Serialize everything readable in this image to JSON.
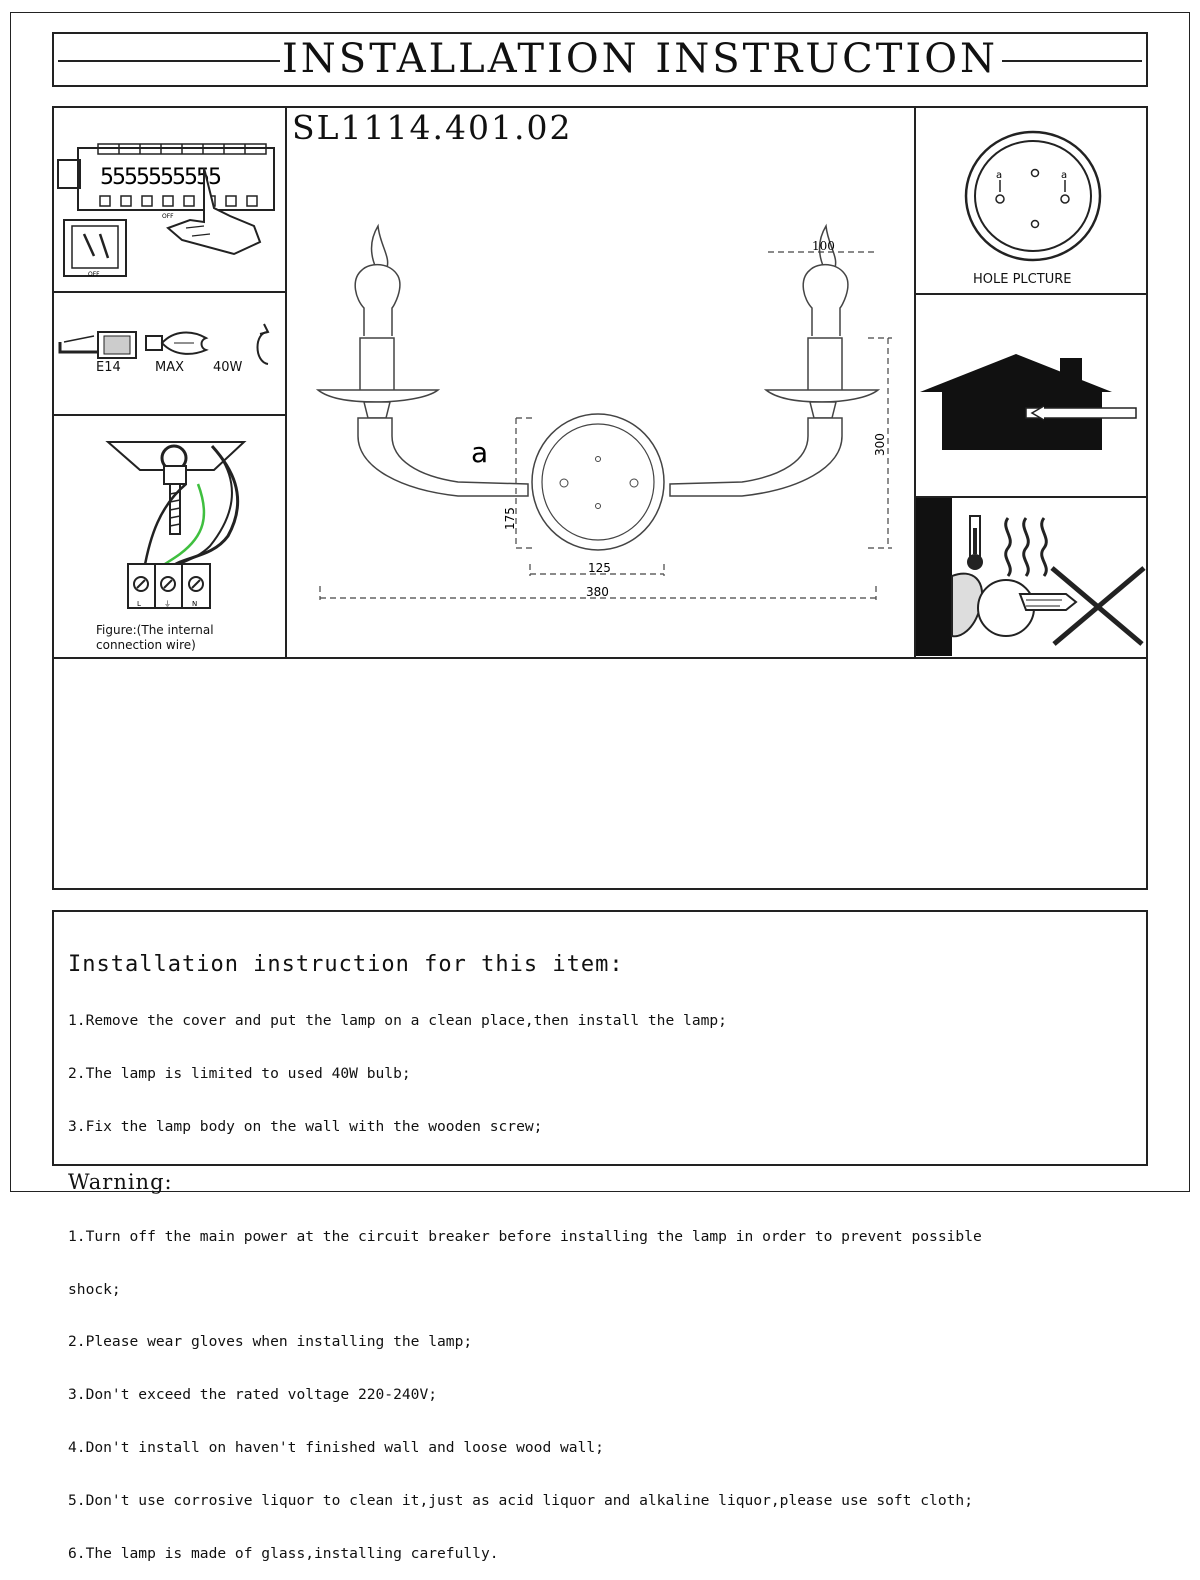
{
  "header": {
    "title": "INSTALLATION INSTRUCTION"
  },
  "product": {
    "model": "SL1114.401.02"
  },
  "bulb_panel": {
    "socket": "E14",
    "max": "MAX",
    "wattage": "40W"
  },
  "wiring_panel": {
    "caption_line1": "Figure:(The internal",
    "caption_line2": "connection wire)",
    "terminal_labels": [
      "L",
      "⏚",
      "N"
    ]
  },
  "breaker_panel": {
    "off_label": "OFF",
    "off_label_small": "OFF"
  },
  "hole_panel": {
    "caption": "HOLE PLCTURE",
    "mark_a": "a"
  },
  "drawing": {
    "part_label": "a",
    "dimensions": {
      "top": "100",
      "height": "300",
      "plate_height": "175",
      "plate_width": "125",
      "total_width": "380"
    }
  },
  "instructions": {
    "heading": "Installation instruction for this item:",
    "steps": [
      "1.Remove the cover and put the lamp on a clean place,then install the lamp;",
      "2.The lamp is limited to used 40W bulb;",
      "3.Fix the lamp body on the wall with the wooden screw;"
    ],
    "warning_heading": "Warning:",
    "warnings": [
      "1.Turn off the main power at the circuit breaker before installing the lamp in order to prevent possible",
      "shock;",
      "2.Please wear gloves when installing the lamp;",
      "3.Don't exceed the rated voltage 220-240V;",
      "4.Don't install on haven't finished wall and loose wood wall;",
      "5.Don't use corrosive liquor to clean it,just as acid liquor and alkaline liquor,please use soft cloth;",
      "6.The lamp is made of glass,installing carefully."
    ]
  }
}
